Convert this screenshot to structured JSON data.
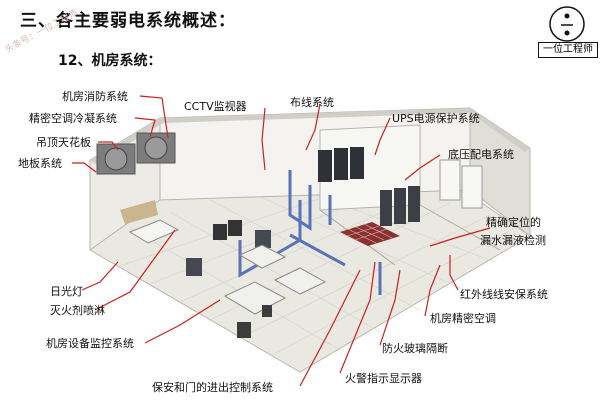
{
  "header": {
    "title": "三、各主要弱电系统概述：",
    "subtitle": "12、机房系统：",
    "logo_text": "一位工程师",
    "watermark": "头条号：一位工程师"
  },
  "labels": {
    "fire": "机房消防系统",
    "cctv": "CCTV监视器",
    "wiring": "布线系统",
    "ups": "UPS电源保护系统",
    "ac_precision": "精密空调冷凝系统",
    "ceiling": "吊顶天花板",
    "floor": "地板系统",
    "lowvolt": "底压配电系统",
    "leak_1": "精确定位的",
    "leak_2": "漏水漏液检测",
    "light": "日光灯",
    "extinguish": "灭火剂喷淋",
    "monitor": "机房设备监控系统",
    "infrared": "红外线线安保系统",
    "room_ac": "机房精密空调",
    "fireglass": "防火玻璃隔断",
    "access": "保安和门的进出控制系统",
    "alarm": "火警指示显示器"
  },
  "colors": {
    "leader": "#cc2020",
    "wall": "#f2f2ee",
    "floor": "#e7e6df",
    "frame": "#5a72b8"
  }
}
